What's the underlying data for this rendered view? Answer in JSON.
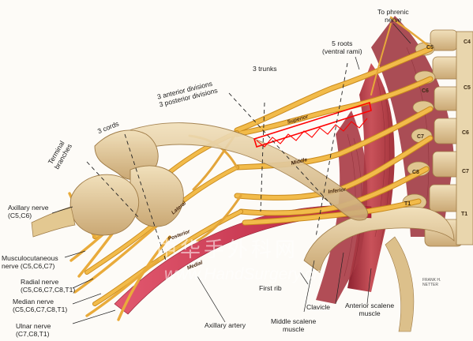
{
  "labels": {
    "to_phrenic": "To phrenic\nnerve",
    "five_roots": "5 roots\n(ventral rami)",
    "three_trunks": "3 trunks",
    "divisions": "3 anterior divisions\n3 posterior divisions",
    "three_cords": "3 cords",
    "terminal": "Terminal\nbranches",
    "axillary_nerve": "Axillary nerve\n(C5,C6)",
    "musculocutaneous": "Musculocutaneous\nnerve (C5,C6,C7)",
    "radial": "Radial nerve\n(C5,C6,C7,C8,T1)",
    "median": "Median nerve\n(C5,C6,C7,C8,T1)",
    "ulnar": "Ulnar nerve\n(C7,C8,T1)",
    "axillary_artery": "Axillary artery",
    "middle_scalene": "Middle scalene\nmuscle",
    "first_rib": "First rib",
    "clavicle": "Clavicle",
    "anterior_scalene": "Anterior scalene\nmuscle"
  },
  "structure_tags": {
    "superior": "Superior",
    "middle": "Middle",
    "inferior": "Inferior",
    "lateral": "Lateral",
    "posterior": "Posterior",
    "medial": "Medial"
  },
  "vertebrae_inner": {
    "c5": "C5",
    "c6": "C6",
    "c7": "C7",
    "c8": "C8",
    "t1": "T1"
  },
  "vertebrae_outer": {
    "c4": "C4",
    "c5": "C5",
    "c6": "C6",
    "c7": "C7",
    "t1": "T1"
  },
  "watermark": {
    "chinese": "中华手外科网",
    "url": "www.HandSurgery.cn"
  },
  "signature": "FRANK H.\nNETTER",
  "colors": {
    "nerve": "#f0b43c",
    "nerve_dark": "#c98a1c",
    "bone": "#e6cfa1",
    "bone_shadow": "#b8955f",
    "muscle": "#c0404a",
    "artery": "#cf2f4b",
    "highlight": "#ff0000"
  }
}
